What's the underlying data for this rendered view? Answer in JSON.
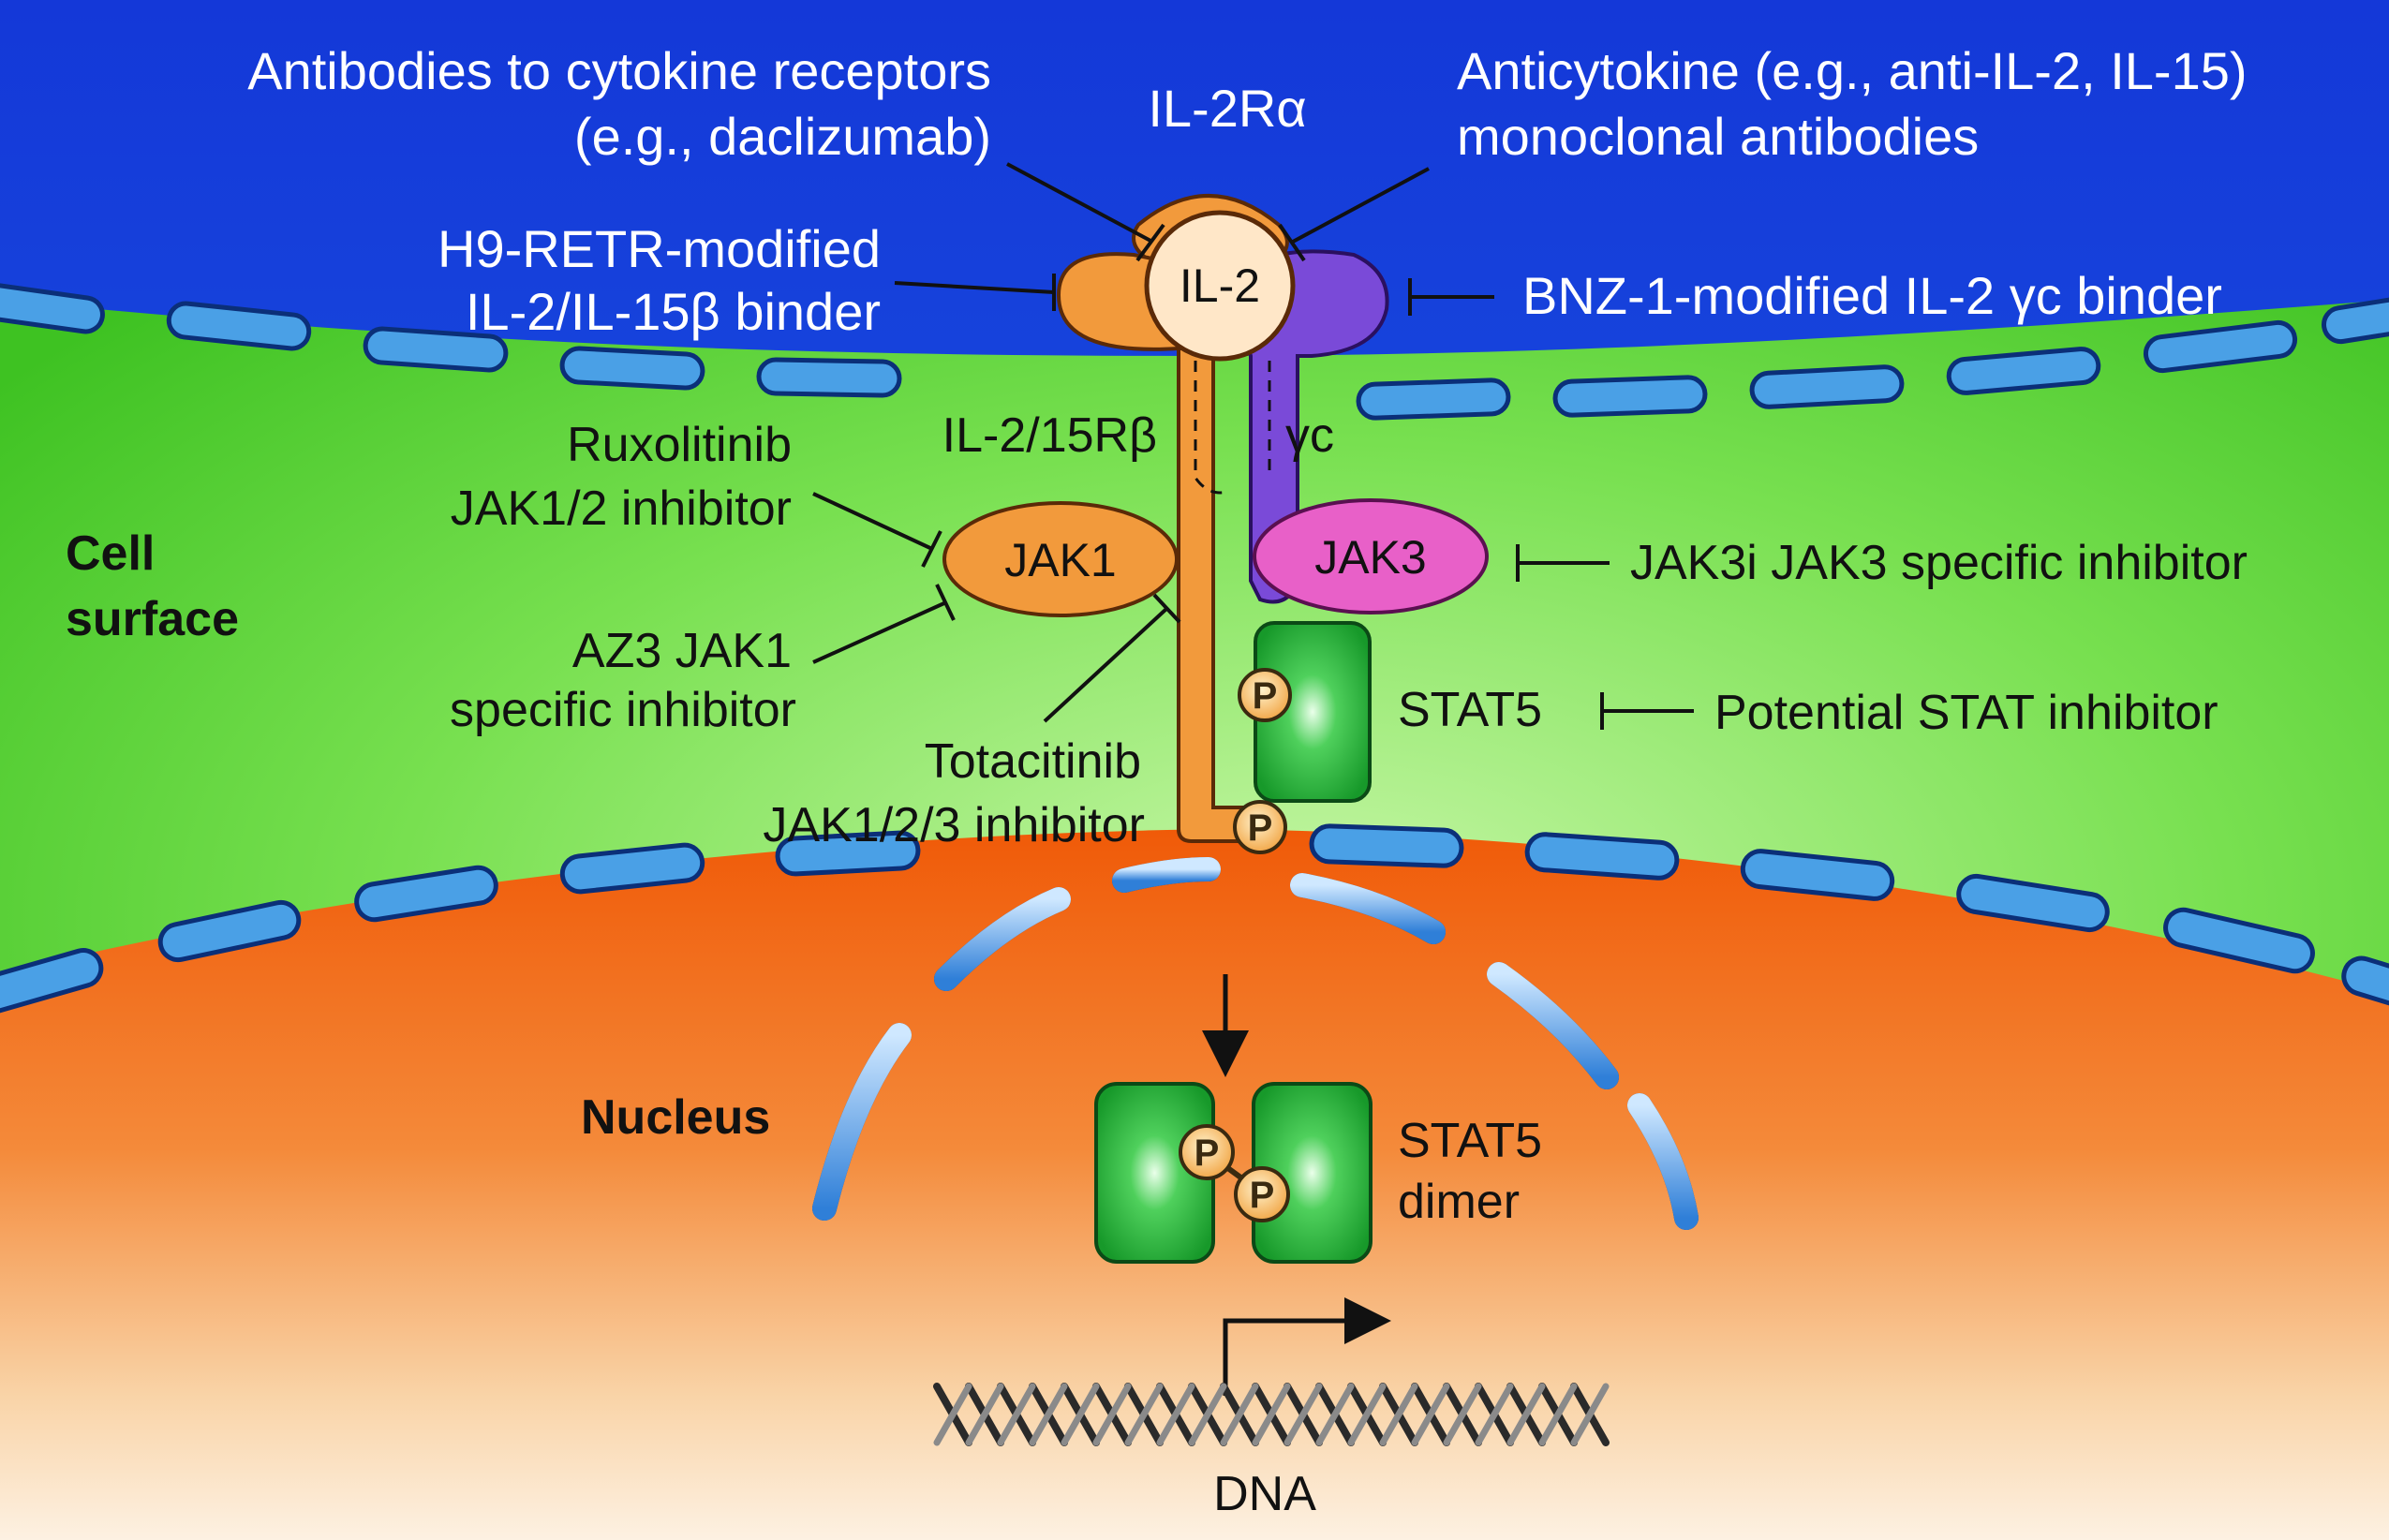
{
  "labels": {
    "antibodies_receptors_1": "Antibodies to cytokine receptors",
    "antibodies_receptors_2": "(e.g., daclizumab)",
    "il2ra": "IL-2Rα",
    "anticytokine_1": "Anticytokine (e.g., anti-IL-2, IL-15)",
    "anticytokine_2": "monoclonal antibodies",
    "h9_1": "H9-RETR-modified",
    "h9_2": "IL-2/IL-15β binder",
    "il2": "IL-2",
    "bnz1": "BNZ-1-modified IL-2 γc binder",
    "il2_15rb": "IL-2/15Rβ",
    "gamma_c": "γc",
    "ruxolitinib_1": "Ruxolitinib",
    "ruxolitinib_2": "JAK1/2 inhibitor",
    "cell_surface_1": "Cell",
    "cell_surface_2": "surface",
    "jak1": "JAK1",
    "jak3": "JAK3",
    "jak3i": "JAK3i JAK3 specific inhibitor",
    "az3_1": "AZ3 JAK1",
    "az3_2": "specific inhibitor",
    "stat5": "STAT5",
    "stat_inhibitor": "Potential STAT inhibitor",
    "tofacitinib_1": "Totacitinib",
    "tofacitinib_2": "JAK1/2/3 inhibitor",
    "phospho": "P",
    "nucleus": "Nucleus",
    "stat5_dimer_1": "STAT5",
    "stat5_dimer_2": "dimer",
    "dna": "DNA"
  },
  "colors": {
    "extracellular": "#1a4fe0",
    "cytoplasm": "#5ed43a",
    "nucleoplasm": "#f06a14",
    "membrane_fill": "#4aa0e6",
    "membrane_stroke": "#0b2f78",
    "receptor_beta": "#f29a3c",
    "gamma_chain": "#7a4ad8",
    "jak1": "#f29a3c",
    "jak3": "#e860c8",
    "stat5": "#22b03a",
    "dna": "#3a3a3a"
  }
}
